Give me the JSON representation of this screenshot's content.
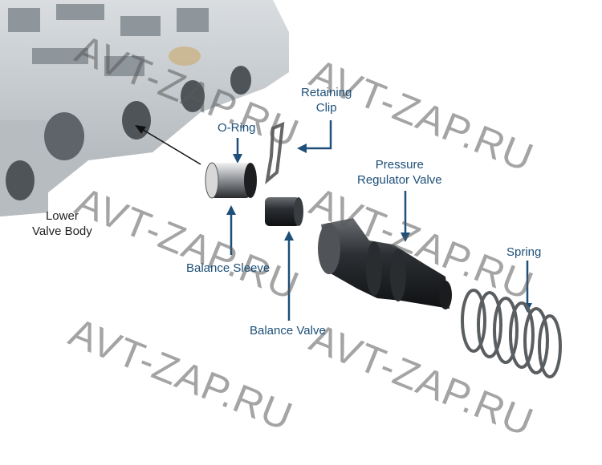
{
  "labels": {
    "retaining_clip_line1": "Retaining",
    "retaining_clip_line2": "Clip",
    "o_ring": "O-Ring",
    "pressure_regulator_line1": "Pressure",
    "pressure_regulator_line2": "Regulator Valve",
    "spring": "Spring",
    "lower_valve_body_line1": "Lower",
    "lower_valve_body_line2": "Valve Body",
    "balance_sleeve": "Balance Sleeve",
    "balance_valve": "Balance Valve"
  },
  "watermark": "AVT-ZAP.RU",
  "colors": {
    "label": "#1d4f78",
    "arrow": "#1d4f78"
  }
}
